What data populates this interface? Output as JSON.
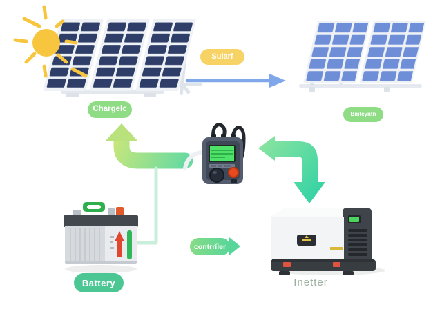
{
  "diagram": {
    "subject": "solar power system flow diagram"
  },
  "labels": {
    "charge": "Chargelc",
    "sunlight": "Sularf",
    "panel_right": "Bmteyntn",
    "battery": "Battery",
    "controller": "contrríler",
    "inverter": "Inetter"
  },
  "icons": {
    "sun": "sun-icon",
    "solar_array_left": "solar-panel-array-icon",
    "solar_array_right": "solar-panel-icon",
    "charge_controller": "charge-controller-device-icon",
    "battery": "battery-icon",
    "inverter": "inverter-icon",
    "arrow_blue": "right-arrow-icon",
    "arrow_charge_up": "curved-up-arrow-icon",
    "arrow_elbow": "left-and-down-elbow-arrow-icon",
    "wire": "wire-connector-line"
  },
  "colors": {
    "background": "#ffffff",
    "sun": "#f8c63e",
    "panel_cell_dark": "#2e3e68",
    "panel_cell_light": "#6e8ed8",
    "panel_frame": "#eef1f6",
    "stand_gray": "#dfe4eb",
    "arrow_blue": "#7fa7ea",
    "pill_yellow": "#f7d264",
    "pill_green_light": "#8edc84",
    "pill_green": "#4cc794",
    "label_arrow_green_start": "#86dc86",
    "label_arrow_green_end": "#58d69a",
    "flow_arrow_light": "#8ce4a0",
    "flow_arrow_teal": "#28d0a5",
    "charge_arrow_lime": "#c6e67c",
    "charge_arrow_green": "#68daa0",
    "wire_mint": "#c9efdb",
    "controller_body": "#535d6e",
    "controller_panel": "#3f4857",
    "controller_screen": "#4fe268",
    "controller_button": "#e64a1e",
    "battery_body": "#d6dade",
    "battery_top": "#43484e",
    "battery_handle": "#2fae4e",
    "battery_stripe_green": "#2fb85a",
    "battery_indicator_red": "#e0472e",
    "battery_terminal_orange": "#e05a2b",
    "inverter_body": "#f3f4f5",
    "inverter_side": "#3f444a",
    "inverter_base": "#383d42",
    "inverter_led": "#4cd45e",
    "inverter_accent_yellow": "#e0bb3c",
    "caption_gray": "#9cae9d"
  }
}
